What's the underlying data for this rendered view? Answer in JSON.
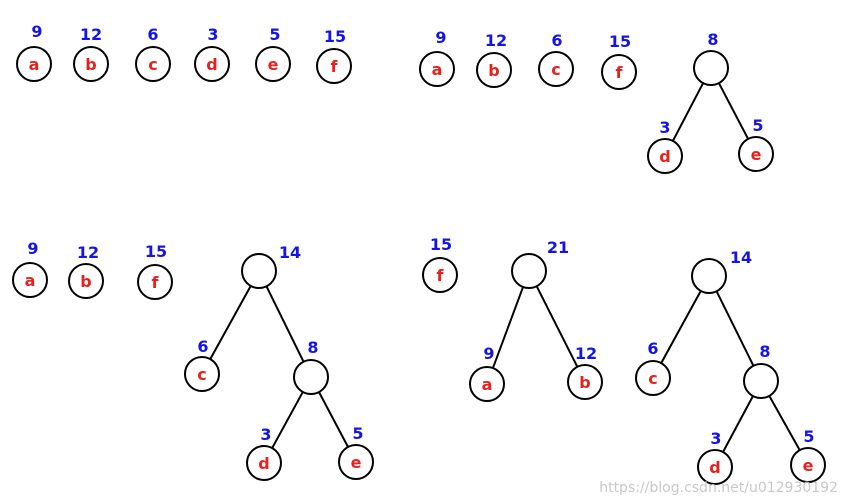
{
  "watermark": "https://blog.csdn.net/u012930192",
  "panels": [
    {
      "id": "step1",
      "nodes": [
        {
          "id": "a",
          "label": "a",
          "weight": "9"
        },
        {
          "id": "b",
          "label": "b",
          "weight": "12"
        },
        {
          "id": "c",
          "label": "c",
          "weight": "6"
        },
        {
          "id": "d",
          "label": "d",
          "weight": "3"
        },
        {
          "id": "e",
          "label": "e",
          "weight": "5"
        },
        {
          "id": "f",
          "label": "f",
          "weight": "15"
        }
      ],
      "edges": []
    },
    {
      "id": "step2",
      "nodes": [
        {
          "id": "a",
          "label": "a",
          "weight": "9"
        },
        {
          "id": "b",
          "label": "b",
          "weight": "12"
        },
        {
          "id": "c",
          "label": "c",
          "weight": "6"
        },
        {
          "id": "f",
          "label": "f",
          "weight": "15"
        },
        {
          "id": "n8",
          "label": "",
          "weight": "8"
        },
        {
          "id": "d",
          "label": "d",
          "weight": "3"
        },
        {
          "id": "e",
          "label": "e",
          "weight": "5"
        }
      ],
      "edges": [
        [
          "n8",
          "d"
        ],
        [
          "n8",
          "e"
        ]
      ]
    },
    {
      "id": "step3",
      "nodes": [
        {
          "id": "a",
          "label": "a",
          "weight": "9"
        },
        {
          "id": "b",
          "label": "b",
          "weight": "12"
        },
        {
          "id": "f",
          "label": "f",
          "weight": "15"
        },
        {
          "id": "n14",
          "label": "",
          "weight": "14"
        },
        {
          "id": "c",
          "label": "c",
          "weight": "6"
        },
        {
          "id": "n8",
          "label": "",
          "weight": "8"
        },
        {
          "id": "d",
          "label": "d",
          "weight": "3"
        },
        {
          "id": "e",
          "label": "e",
          "weight": "5"
        }
      ],
      "edges": [
        [
          "n14",
          "c"
        ],
        [
          "n14",
          "n8"
        ],
        [
          "n8",
          "d"
        ],
        [
          "n8",
          "e"
        ]
      ]
    },
    {
      "id": "step4",
      "nodes": [
        {
          "id": "f",
          "label": "f",
          "weight": "15"
        },
        {
          "id": "n21",
          "label": "",
          "weight": "21"
        },
        {
          "id": "a",
          "label": "a",
          "weight": "9"
        },
        {
          "id": "b",
          "label": "b",
          "weight": "12"
        },
        {
          "id": "n14",
          "label": "",
          "weight": "14"
        },
        {
          "id": "c",
          "label": "c",
          "weight": "6"
        },
        {
          "id": "n8",
          "label": "",
          "weight": "8"
        },
        {
          "id": "d",
          "label": "d",
          "weight": "3"
        },
        {
          "id": "e",
          "label": "e",
          "weight": "5"
        }
      ],
      "edges": [
        [
          "n21",
          "a"
        ],
        [
          "n21",
          "b"
        ],
        [
          "n14",
          "c"
        ],
        [
          "n14",
          "n8"
        ],
        [
          "n8",
          "d"
        ],
        [
          "n8",
          "e"
        ]
      ]
    }
  ]
}
